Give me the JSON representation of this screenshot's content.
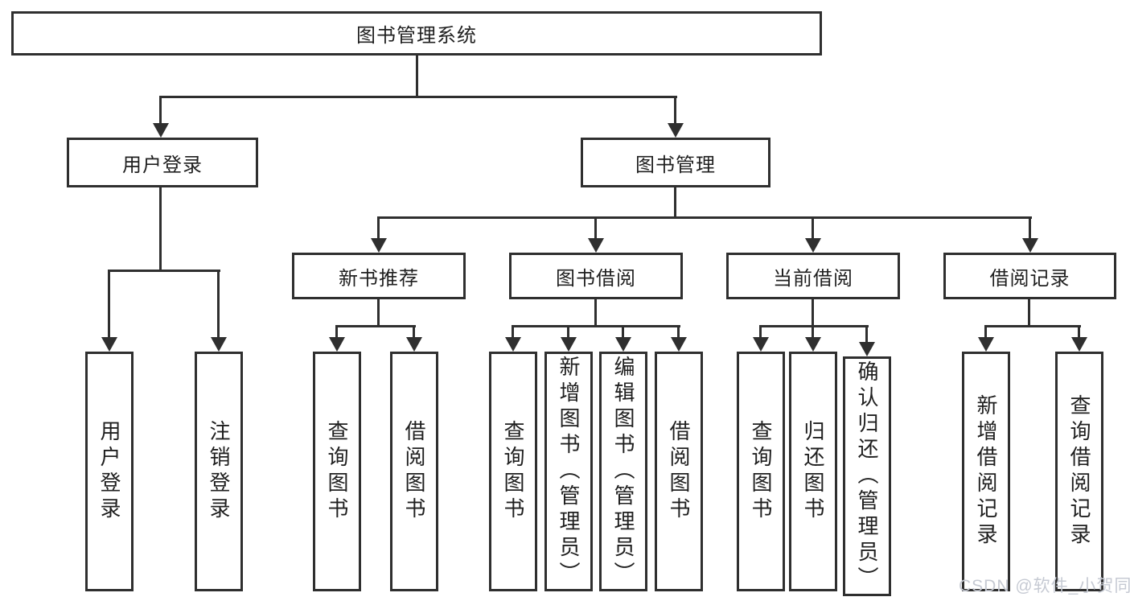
{
  "diagram": {
    "root_label": "图书管理系统",
    "level2": [
      "用户登录",
      "图书管理"
    ],
    "level3": [
      "新书推荐",
      "图书借阅",
      "当前借阅",
      "借阅记录"
    ],
    "leaves": {
      "user_login": [
        "用户登录",
        "注销登录"
      ],
      "new_book_recommend": [
        "查询图书",
        "借阅图书"
      ],
      "book_borrowing": [
        "查询图书",
        "新增图书（管理员）",
        "编辑图书（管理员）",
        "借阅图书"
      ],
      "current_borrowing": [
        "查询图书",
        "归还图书",
        "确认归还（管理员）"
      ],
      "borrowing_records": [
        "新增借阅记录",
        "查询借阅记录"
      ]
    },
    "watermark": "CSDN @软件_小贺同学",
    "colors": {
      "line": "#2f2f2f",
      "box_border": "#2f2f2f",
      "background": "#ffffff",
      "watermark": "#c6cad3"
    }
  }
}
